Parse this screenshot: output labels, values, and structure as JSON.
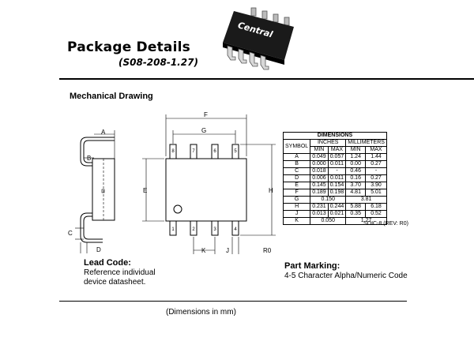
{
  "header": {
    "title": "Package Details",
    "subtitle": "(S08-208-1.27)",
    "logo_text": "Central"
  },
  "section_title": "Mechanical Drawing",
  "drawing_labels": {
    "A": "A",
    "B": "B",
    "C": "C",
    "D": "D",
    "E": "E",
    "F": "F",
    "G": "G",
    "H": "H",
    "J": "J",
    "K": "K",
    "R0": "R0",
    "pins_top": [
      "8",
      "7",
      "6",
      "5"
    ],
    "pins_bottom": [
      "1",
      "2",
      "3",
      "4"
    ]
  },
  "dimensions_table": {
    "title": "DIMENSIONS",
    "col_group_1": "INCHES",
    "col_group_2": "MILLIMETERS",
    "symbol_header": "SYMBOL",
    "min": "MIN",
    "max": "MAX",
    "rows": [
      {
        "sym": "A",
        "in_min": "0.049",
        "in_max": "0.057",
        "mm_min": "1.24",
        "mm_max": "1.44"
      },
      {
        "sym": "B",
        "in_min": "0.000",
        "in_max": "0.011",
        "mm_min": "0.00",
        "mm_max": "0.27"
      },
      {
        "sym": "C",
        "in_min": "0.018",
        "in_max": "-",
        "mm_min": "0.46",
        "mm_max": "-"
      },
      {
        "sym": "D",
        "in_min": "0.006",
        "in_max": "0.011",
        "mm_min": "0.16",
        "mm_max": "0.27"
      },
      {
        "sym": "E",
        "in_min": "0.145",
        "in_max": "0.154",
        "mm_min": "3.70",
        "mm_max": "3.90"
      },
      {
        "sym": "F",
        "in_min": "0.189",
        "in_max": "0.198",
        "mm_min": "4.81",
        "mm_max": "5.01"
      },
      {
        "sym": "G",
        "in_span": "0.150",
        "mm_span": "3.81"
      },
      {
        "sym": "H",
        "in_min": "0.231",
        "in_max": "0.244",
        "mm_min": "5.88",
        "mm_max": "6.18"
      },
      {
        "sym": "J",
        "in_min": "0.013",
        "in_max": "0.021",
        "mm_min": "0.35",
        "mm_max": "0.52"
      },
      {
        "sym": "K",
        "in_span": "0.050",
        "mm_span": "1.27"
      }
    ],
    "revision": "SOIC-8 (REV: R0)"
  },
  "lead_code": {
    "heading": "Lead Code:",
    "line1": "Reference individual",
    "line2": "device datasheet."
  },
  "part_marking": {
    "heading": "Part Marking:",
    "text": "4-5 Character Alpha/Numeric Code"
  },
  "footer_note": "(Dimensions in mm)"
}
